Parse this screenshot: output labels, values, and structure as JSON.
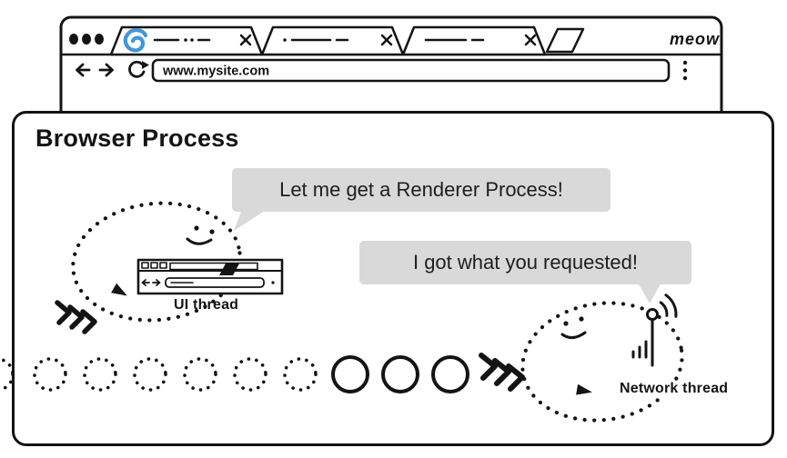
{
  "colors": {
    "ink": "#141414",
    "bubble_bg": "#d9d9d9",
    "tab_swirl_blue": "#3e96dd"
  },
  "browser_window": {
    "brand_label": "meow",
    "url_value": "www.mysite.com",
    "tabs_count": 3
  },
  "icons": {
    "window_controls": "window-control-dots",
    "tab_logo": "swirl-logo-icon",
    "tab_close": "close-x-icon",
    "new_tab": "new-tab-icon",
    "back": "back-arrow-icon",
    "forward": "forward-arrow-icon",
    "reload": "reload-icon",
    "menu": "kebab-menu-icon",
    "network": "antenna-signal-icon",
    "speed": "chevron-dash-icon"
  },
  "panel": {
    "title": "Browser Process",
    "bubbles": {
      "ui": "Let me get a Renderer Process!",
      "network": "I got what you requested!"
    },
    "labels": {
      "ui_thread": "UI thread",
      "network_thread": "Network thread"
    }
  }
}
